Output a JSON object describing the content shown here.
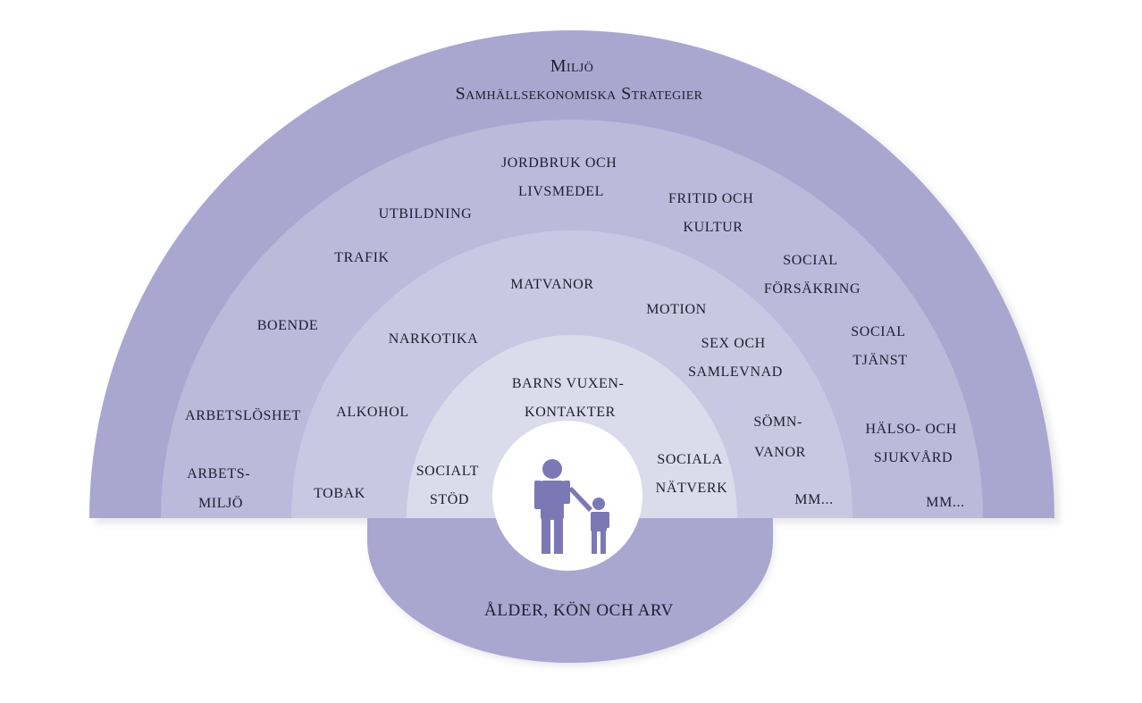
{
  "colors": {
    "outer_ring": "#a9a7d0",
    "ring_2": "#bcbadb",
    "ring_3": "#c9c8e3",
    "ring_4": "#dcdbec",
    "center": "#ffffff",
    "figure": "#7b78b6",
    "shadow": "#d4d4dc"
  },
  "outer": {
    "title": "Miljö",
    "subtitle": "Samhällsekonomiska Strategier"
  },
  "ring2": {
    "jordbruk": [
      "JORDBRUK OCH",
      "LIVSMEDEL"
    ],
    "utbildning": [
      "UTBILDNING"
    ],
    "fritid": [
      "FRITID OCH",
      "KULTUR"
    ],
    "trafik": [
      "TRAFIK"
    ],
    "social_forsakring": [
      "SOCIAL",
      "FÖRSÄKRING"
    ],
    "boende": [
      "BOENDE"
    ],
    "social_tjanst": [
      "SOCIAL",
      "TJÄNST"
    ],
    "arbetsloshet": [
      "ARBETSLÖSHET"
    ],
    "halso": [
      "HÄLSO- OCH",
      "SJUKVÅRD"
    ],
    "arbetsmiljo": [
      "ARBETS-",
      "MILJÖ"
    ],
    "mm": [
      "MM..."
    ]
  },
  "ring3": {
    "matvanor": [
      "MATVANOR"
    ],
    "motion": [
      "MOTION"
    ],
    "narkotika": [
      "NARKOTIKA"
    ],
    "sex": [
      "SEX OCH",
      "SAMLEVNAD"
    ],
    "alkohol": [
      "ALKOHOL"
    ],
    "somn": [
      "SÖMN-",
      "VANOR"
    ],
    "tobak": [
      "TOBAK"
    ],
    "mm": [
      "MM..."
    ]
  },
  "ring4": {
    "barns": [
      "BARNS VUXEN-",
      "KONTAKTER"
    ],
    "socialt_stod": [
      "SOCIALT",
      "STÖD"
    ],
    "sociala_natverk": [
      "SOCIALA",
      "NÄTVERK"
    ]
  },
  "base": {
    "label": "ÅLDER, KÖN OCH ARV"
  },
  "icons": {
    "center": "adult-and-child-icon"
  }
}
